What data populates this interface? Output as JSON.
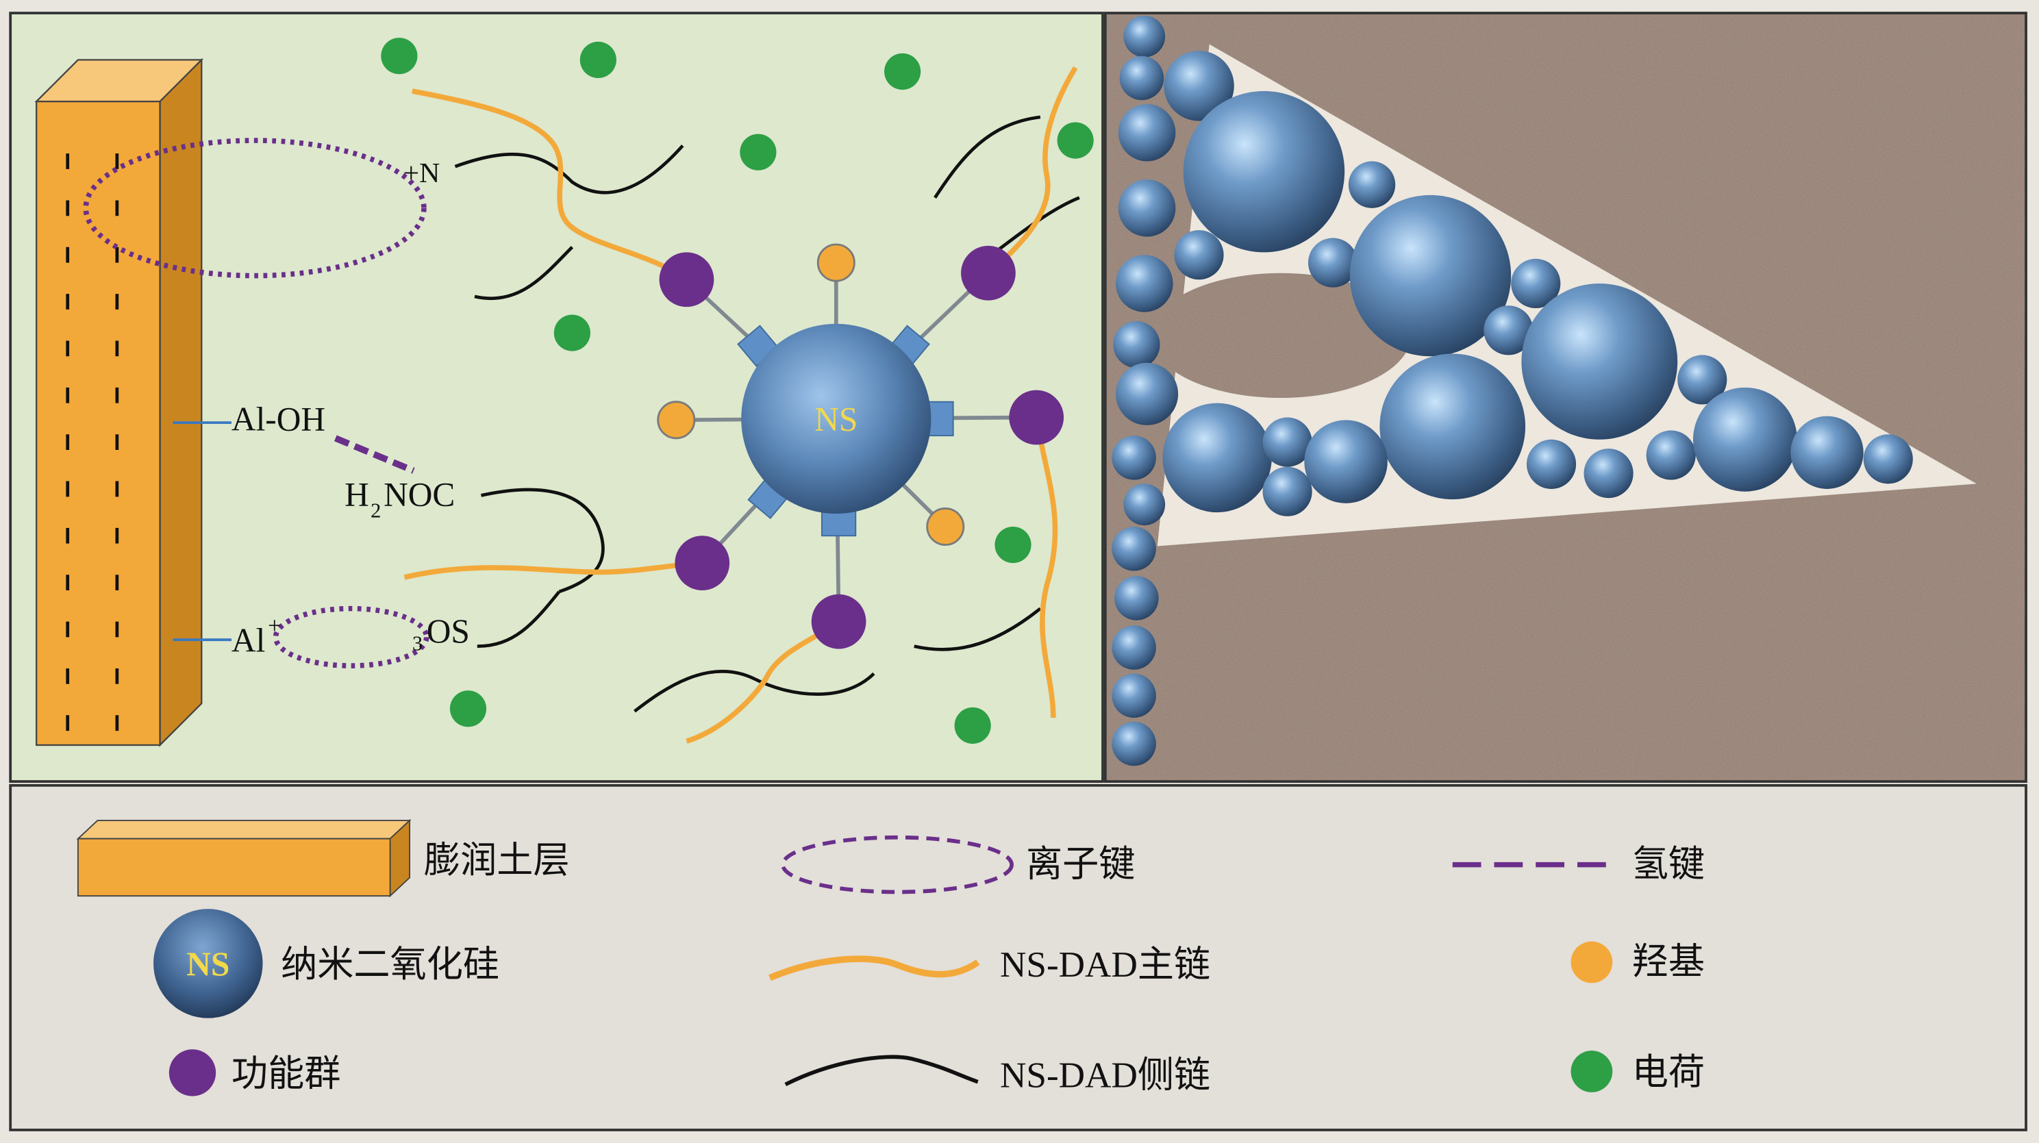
{
  "labels": {
    "plus_n": "+N",
    "al_oh": "Al-OH",
    "h": "H",
    "sub_2": "2",
    "noc": "NOC",
    "al": "Al",
    "plus_al": "+",
    "sub_3": "3",
    "os": "OS",
    "ns_core": "NS"
  },
  "legend": {
    "bentonite": "膨润土层",
    "ionic_bond": "离子键",
    "hydrogen_bond": "氢键",
    "ns_badge": "NS",
    "nano_silica": "纳米二氧化硅",
    "main_chain": "NS-DAD主链",
    "hydroxyl": "羟基",
    "functional_group": "功能群",
    "side_chain": "NS-DAD侧链",
    "charge": "电荷"
  },
  "colors": {
    "panel_green": "#dde8cd",
    "legend_bg": "#e3dfd9",
    "orange": "#f3a93a",
    "purple": "#6a2f8a",
    "green_dot": "#2d9f45",
    "sphere": "#4f7aa8",
    "soil": "#9b8679",
    "frame": "#333333"
  }
}
